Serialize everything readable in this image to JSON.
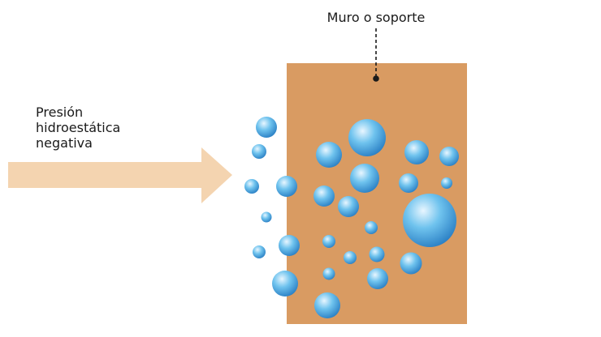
{
  "labels": {
    "wall": "Muro o soporte",
    "pressure_line1": "Presión",
    "pressure_line2": "hidroestática",
    "pressure_line3": "negativa"
  },
  "colors": {
    "wall": "#d99b62",
    "arrow": "#f4d4b0",
    "bubble_light": "#e8f6ff",
    "bubble_mid": "#6fc3ee",
    "bubble_dark": "#2a7fc4",
    "text": "#1a1a1a",
    "pointer": "#1a1a1a"
  }
}
